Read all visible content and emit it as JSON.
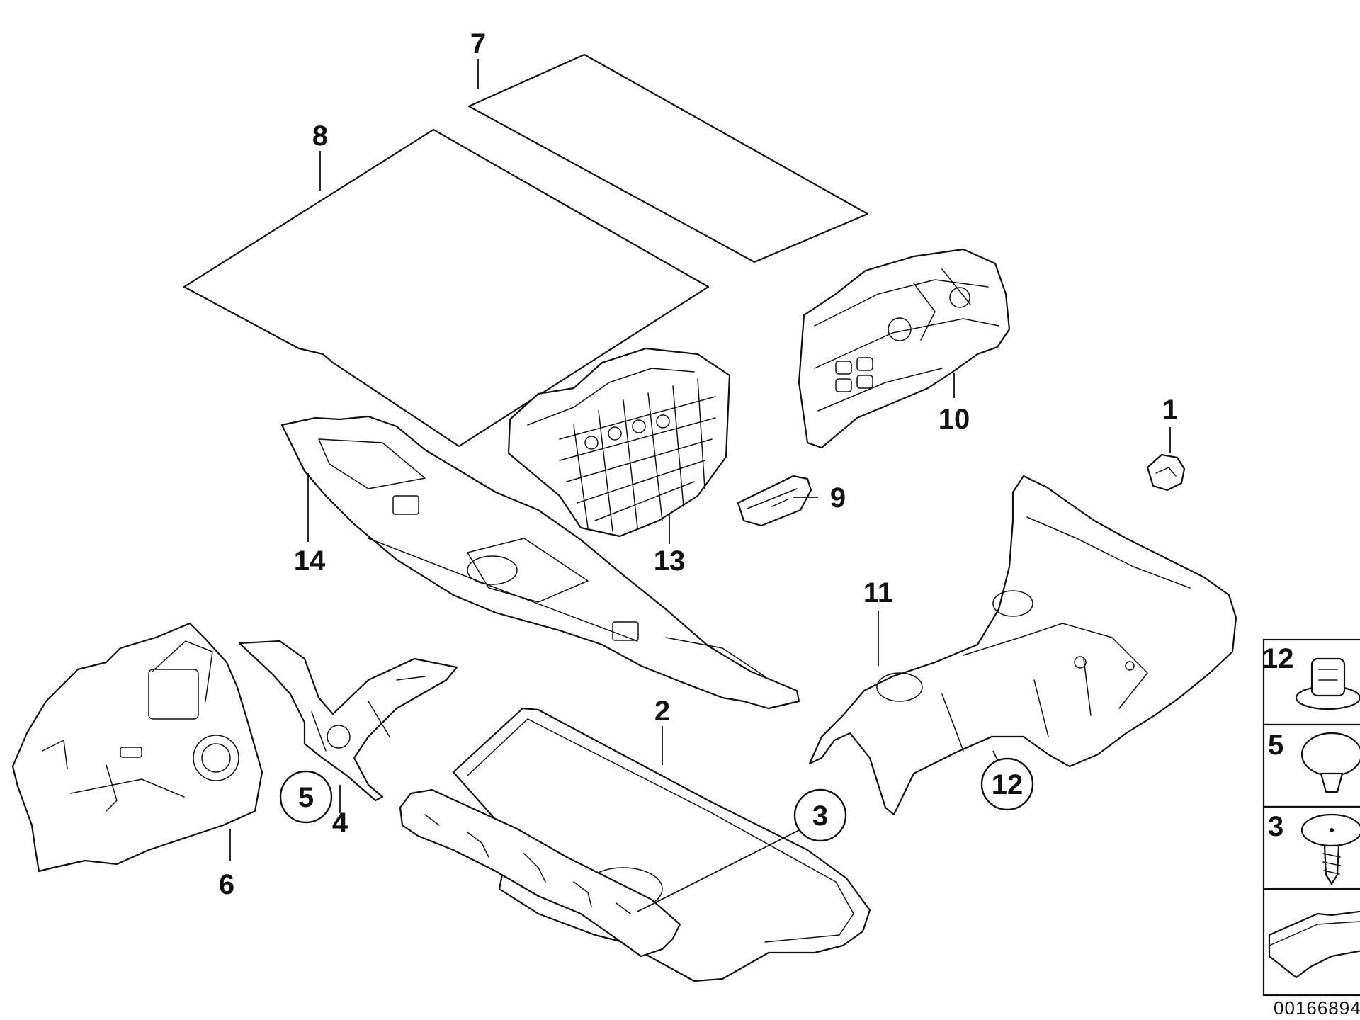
{
  "diagram": {
    "callouts": {
      "c1": "1",
      "c2": "2",
      "c3": "3",
      "c4": "4",
      "c5": "5",
      "c6": "6",
      "c7": "7",
      "c8": "8",
      "c9": "9",
      "c10": "10",
      "c11": "11",
      "c12": "12",
      "c13": "13",
      "c14": "14"
    },
    "legend": {
      "item_12": "12",
      "item_5": "5",
      "item_3": "3"
    },
    "document_number": "00166894"
  }
}
